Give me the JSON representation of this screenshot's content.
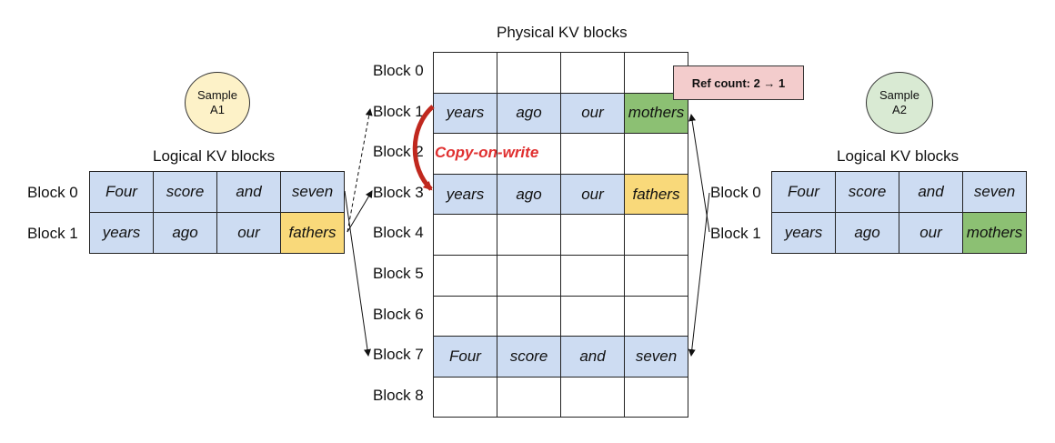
{
  "physical": {
    "title": "Physical KV blocks",
    "rows": [
      {
        "label": "Block 0",
        "cells": [
          "",
          "",
          "",
          ""
        ],
        "colors": [
          "white",
          "white",
          "white",
          "white"
        ]
      },
      {
        "label": "Block 1",
        "cells": [
          "years",
          "ago",
          "our",
          "mothers"
        ],
        "colors": [
          "blue",
          "blue",
          "blue",
          "green"
        ]
      },
      {
        "label": "Block 2",
        "cells": [
          "",
          "",
          "",
          ""
        ],
        "colors": [
          "white",
          "white",
          "white",
          "white"
        ]
      },
      {
        "label": "Block 3",
        "cells": [
          "years",
          "ago",
          "our",
          "fathers"
        ],
        "colors": [
          "blue",
          "blue",
          "blue",
          "yellow"
        ]
      },
      {
        "label": "Block 4",
        "cells": [
          "",
          "",
          "",
          ""
        ],
        "colors": [
          "white",
          "white",
          "white",
          "white"
        ]
      },
      {
        "label": "Block 5",
        "cells": [
          "",
          "",
          "",
          ""
        ],
        "colors": [
          "white",
          "white",
          "white",
          "white"
        ]
      },
      {
        "label": "Block 6",
        "cells": [
          "",
          "",
          "",
          ""
        ],
        "colors": [
          "white",
          "white",
          "white",
          "white"
        ]
      },
      {
        "label": "Block 7",
        "cells": [
          "Four",
          "score",
          "and",
          "seven"
        ],
        "colors": [
          "blue",
          "blue",
          "blue",
          "blue"
        ]
      },
      {
        "label": "Block 8",
        "cells": [
          "",
          "",
          "",
          ""
        ],
        "colors": [
          "white",
          "white",
          "white",
          "white"
        ]
      }
    ]
  },
  "sample_a1": {
    "circle_line1": "Sample",
    "circle_line2": "A1",
    "title": "Logical KV blocks",
    "rows": [
      {
        "label": "Block 0",
        "cells": [
          "Four",
          "score",
          "and",
          "seven"
        ],
        "colors": [
          "blue",
          "blue",
          "blue",
          "blue"
        ]
      },
      {
        "label": "Block 1",
        "cells": [
          "years",
          "ago",
          "our",
          "fathers"
        ],
        "colors": [
          "blue",
          "blue",
          "blue",
          "yellow"
        ]
      }
    ]
  },
  "sample_a2": {
    "circle_line1": "Sample",
    "circle_line2": "A2",
    "title": "Logical KV blocks",
    "rows": [
      {
        "label": "Block 0",
        "cells": [
          "Four",
          "score",
          "and",
          "seven"
        ],
        "colors": [
          "blue",
          "blue",
          "blue",
          "blue"
        ]
      },
      {
        "label": "Block 1",
        "cells": [
          "years",
          "ago",
          "our",
          "mothers"
        ],
        "colors": [
          "blue",
          "blue",
          "blue",
          "green"
        ]
      }
    ]
  },
  "ref_count": "Ref count: 2 → 1",
  "copy_on_write": "Copy-on-write",
  "colors": {
    "blue": "#cddcf2",
    "yellow": "#f9d97a",
    "green": "#8cc073",
    "circle_a1": "#fdf2c8",
    "circle_a2": "#d9ead3",
    "ref_box": "#f3cccc",
    "copy_on_write": "#e03030"
  }
}
